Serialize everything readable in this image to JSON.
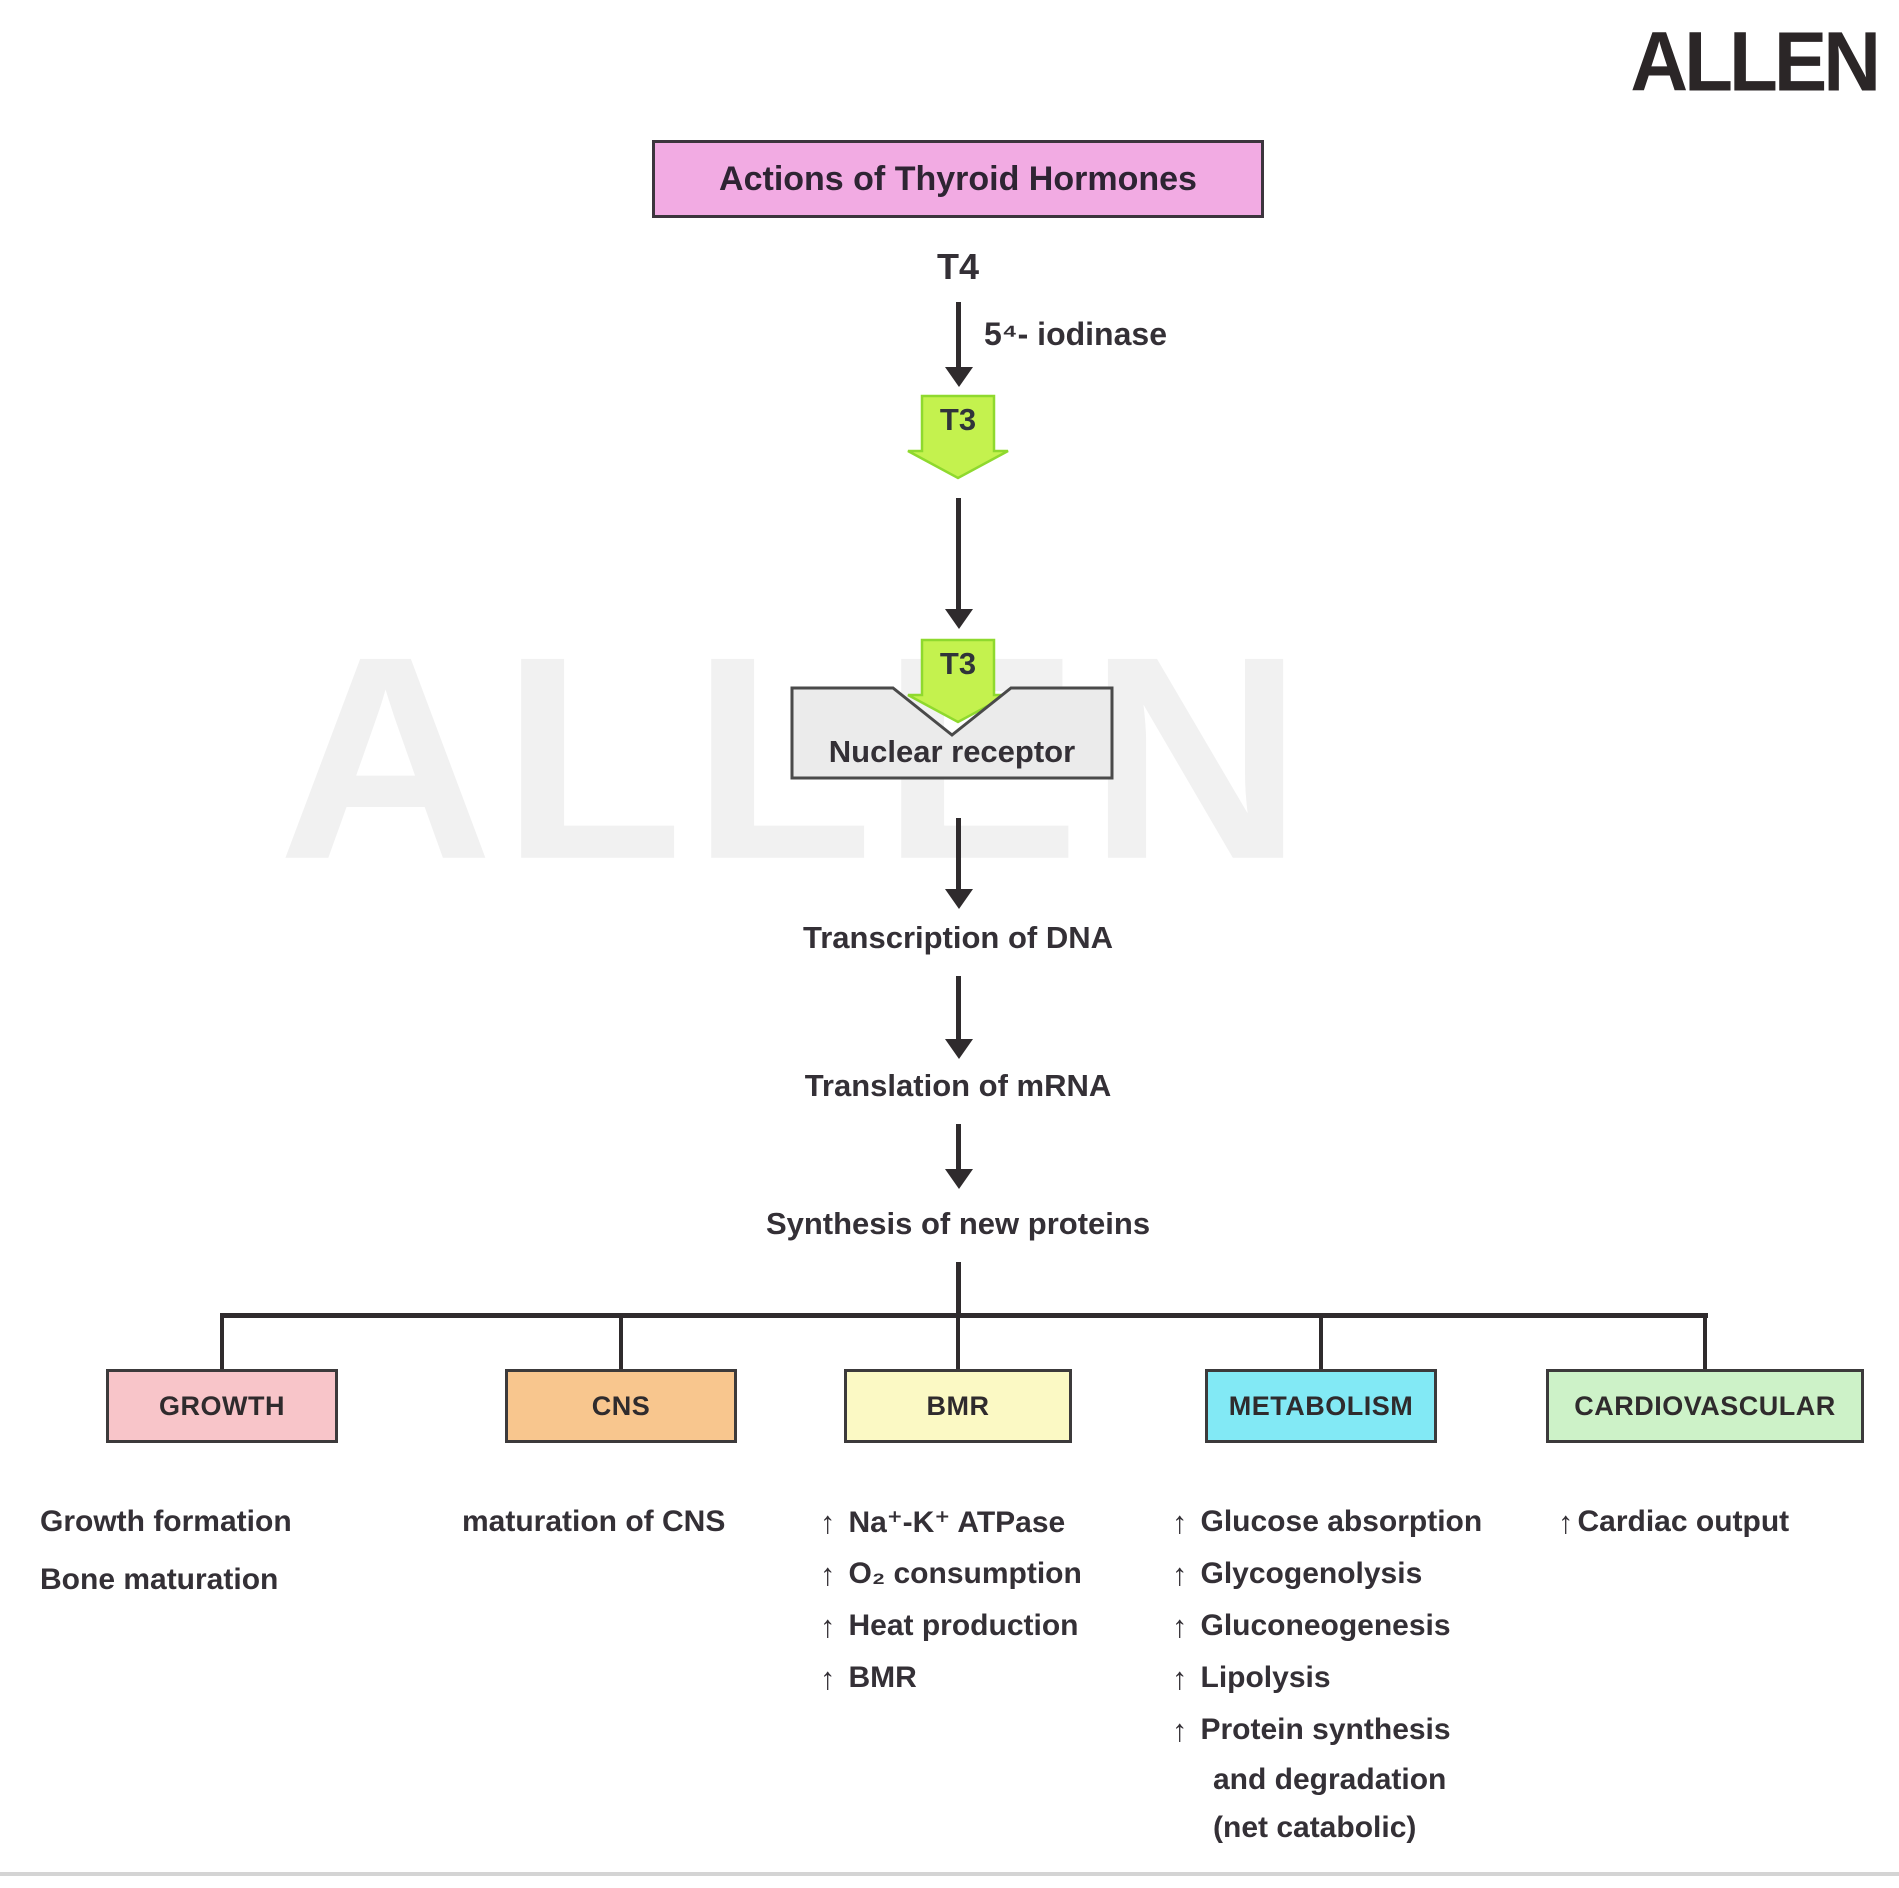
{
  "brand": {
    "logo_text": "ALLEN",
    "watermark_text": "ALLEN"
  },
  "title": "Actions of Thyroid Hormones",
  "flow": {
    "t4": "T4",
    "enzyme": "5⁴- iodinase",
    "t3_upper": "T3",
    "t3_lower": "T3",
    "receptor": "Nuclear receptor",
    "step_transcription": "Transcription of DNA",
    "step_translation": "Translation of mRNA",
    "step_synthesis": "Synthesis of new proteins"
  },
  "icons": {
    "up_arrow": "↑"
  },
  "branches": [
    {
      "label": "GROWTH",
      "items": [
        "Growth formation",
        "Bone maturation"
      ]
    },
    {
      "label": "CNS",
      "items": [
        "maturation of CNS"
      ]
    },
    {
      "label": "BMR",
      "items": [
        "Na⁺-K⁺ ATPase",
        "O₂ consumption",
        "Heat production",
        "BMR"
      ]
    },
    {
      "label": "METABOLISM",
      "items": [
        "Glucose absorption",
        "Glycogenolysis",
        "Gluconeogenesis",
        "Lipolysis",
        "Protein synthesis"
      ],
      "continuation": [
        "and degradation",
        "(net catabolic)"
      ]
    },
    {
      "label": "CARDIOVASCULAR",
      "items": [
        "Cardiac output"
      ]
    }
  ],
  "colors": {
    "title-bg": "#f2abe3",
    "t3-bg": "#c4f24e",
    "t3-border": "#8fd92e",
    "receptor-bg": "#ebebeb",
    "growth-bg": "#f8c5c9",
    "cns-bg": "#f8c68e",
    "bmr-bg": "#fbf9c4",
    "metabolism-bg": "#82e9f5",
    "cardio-bg": "#cdf2c8",
    "line": "#2f2b2d"
  }
}
